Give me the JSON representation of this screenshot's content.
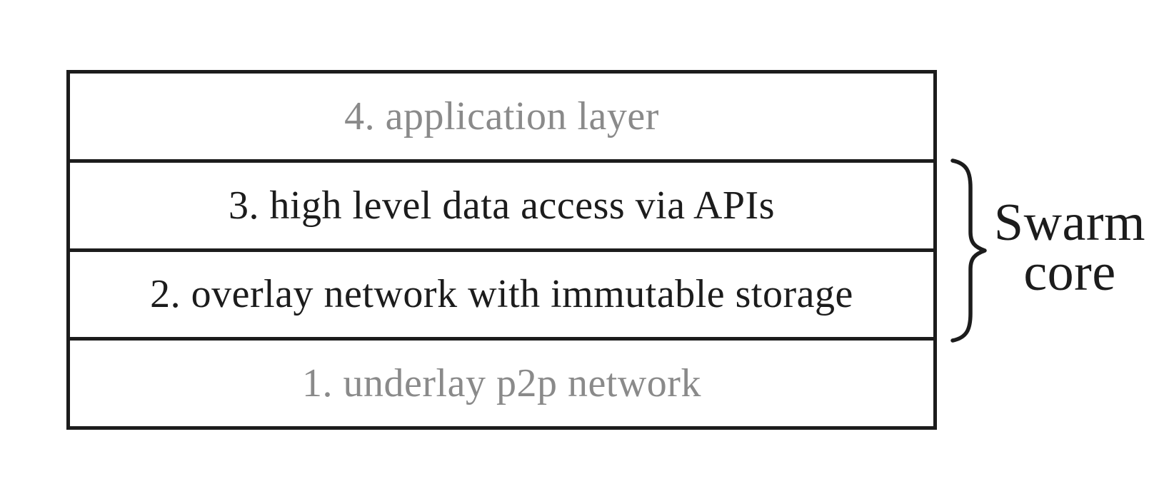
{
  "diagram": {
    "title": "Swarm layered architecture stack",
    "layers": [
      {
        "number": "4",
        "label": "4. application layer",
        "muted": true
      },
      {
        "number": "3",
        "label": "3. high level data access via APIs",
        "muted": false
      },
      {
        "number": "2",
        "label": "2. overlay network with immutable storage",
        "muted": false
      },
      {
        "number": "1",
        "label": "1. underlay p2p network",
        "muted": true
      }
    ],
    "brace": {
      "spans_layers": [
        "2",
        "3"
      ],
      "label_lines": [
        "Swarm",
        "core"
      ]
    },
    "colors": {
      "border": "#1c1c1c",
      "text": "#1c1c1c",
      "muted_text": "#8a8a8a",
      "background": "#ffffff"
    }
  }
}
